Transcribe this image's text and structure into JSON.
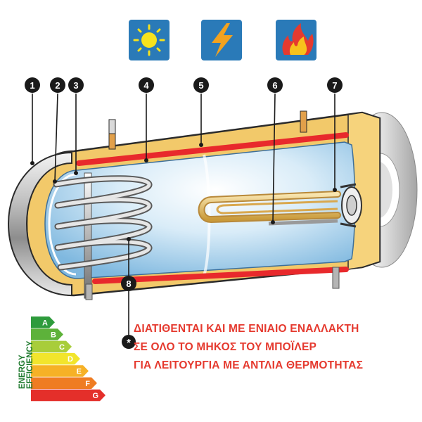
{
  "top_icons": [
    {
      "name": "sun-icon",
      "bg": "#2a7ab8"
    },
    {
      "name": "lightning-icon",
      "bg": "#2a7ab8"
    },
    {
      "name": "flame-icon",
      "bg": "#2a7ab8"
    }
  ],
  "callouts": [
    "1",
    "2",
    "3",
    "4",
    "5",
    "6",
    "7",
    "8"
  ],
  "footnote_marker": "*",
  "note_lines": [
    "ΔΙΑΤΙΘΕΝΤΑΙ ΚΑΙ ΜΕ ΕΝΙΑΙΟ ΕΝΑΛΛΑΚΤΗ",
    "ΣΕ ΟΛΟ ΤΟ ΜΗΚΟΣ ΤΟΥ ΜΠΟΪΛΕΡ",
    "ΓΙΑ ΛΕΙΤΟΥΡΓΙΑ ΜΕ ΑΝΤΛΙΑ ΘΕΡΜΟΤΗΤΑΣ"
  ],
  "energy_label": {
    "title": "ENERGY",
    "subtitle": "EFFICIENCY",
    "classes": [
      {
        "letter": "A",
        "color": "#2e9b3c"
      },
      {
        "letter": "B",
        "color": "#5db23a"
      },
      {
        "letter": "C",
        "color": "#a8cd3a"
      },
      {
        "letter": "D",
        "color": "#f2e52c"
      },
      {
        "letter": "E",
        "color": "#f6b126"
      },
      {
        "letter": "F",
        "color": "#ef7c22"
      },
      {
        "letter": "G",
        "color": "#e42f2a"
      }
    ]
  },
  "colors": {
    "insulation": "#f2c96a",
    "heater": "#e8292c",
    "callout": "#1a1a1a",
    "note_text": "#e53a2f"
  }
}
